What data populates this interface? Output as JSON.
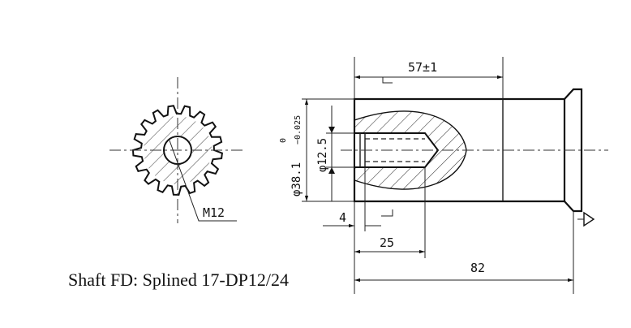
{
  "caption": "Shaft  FD: Splined 17-DP12/24",
  "dimensions": {
    "length_total": "82",
    "length_spline": "57±1",
    "thread_depth": "25",
    "chamfer": "4",
    "diameter_shaft": "φ38.1",
    "tolerance_upper": "0",
    "tolerance_lower": "−0.025",
    "diameter_bore": "φ12.5",
    "thread": "M12"
  }
}
